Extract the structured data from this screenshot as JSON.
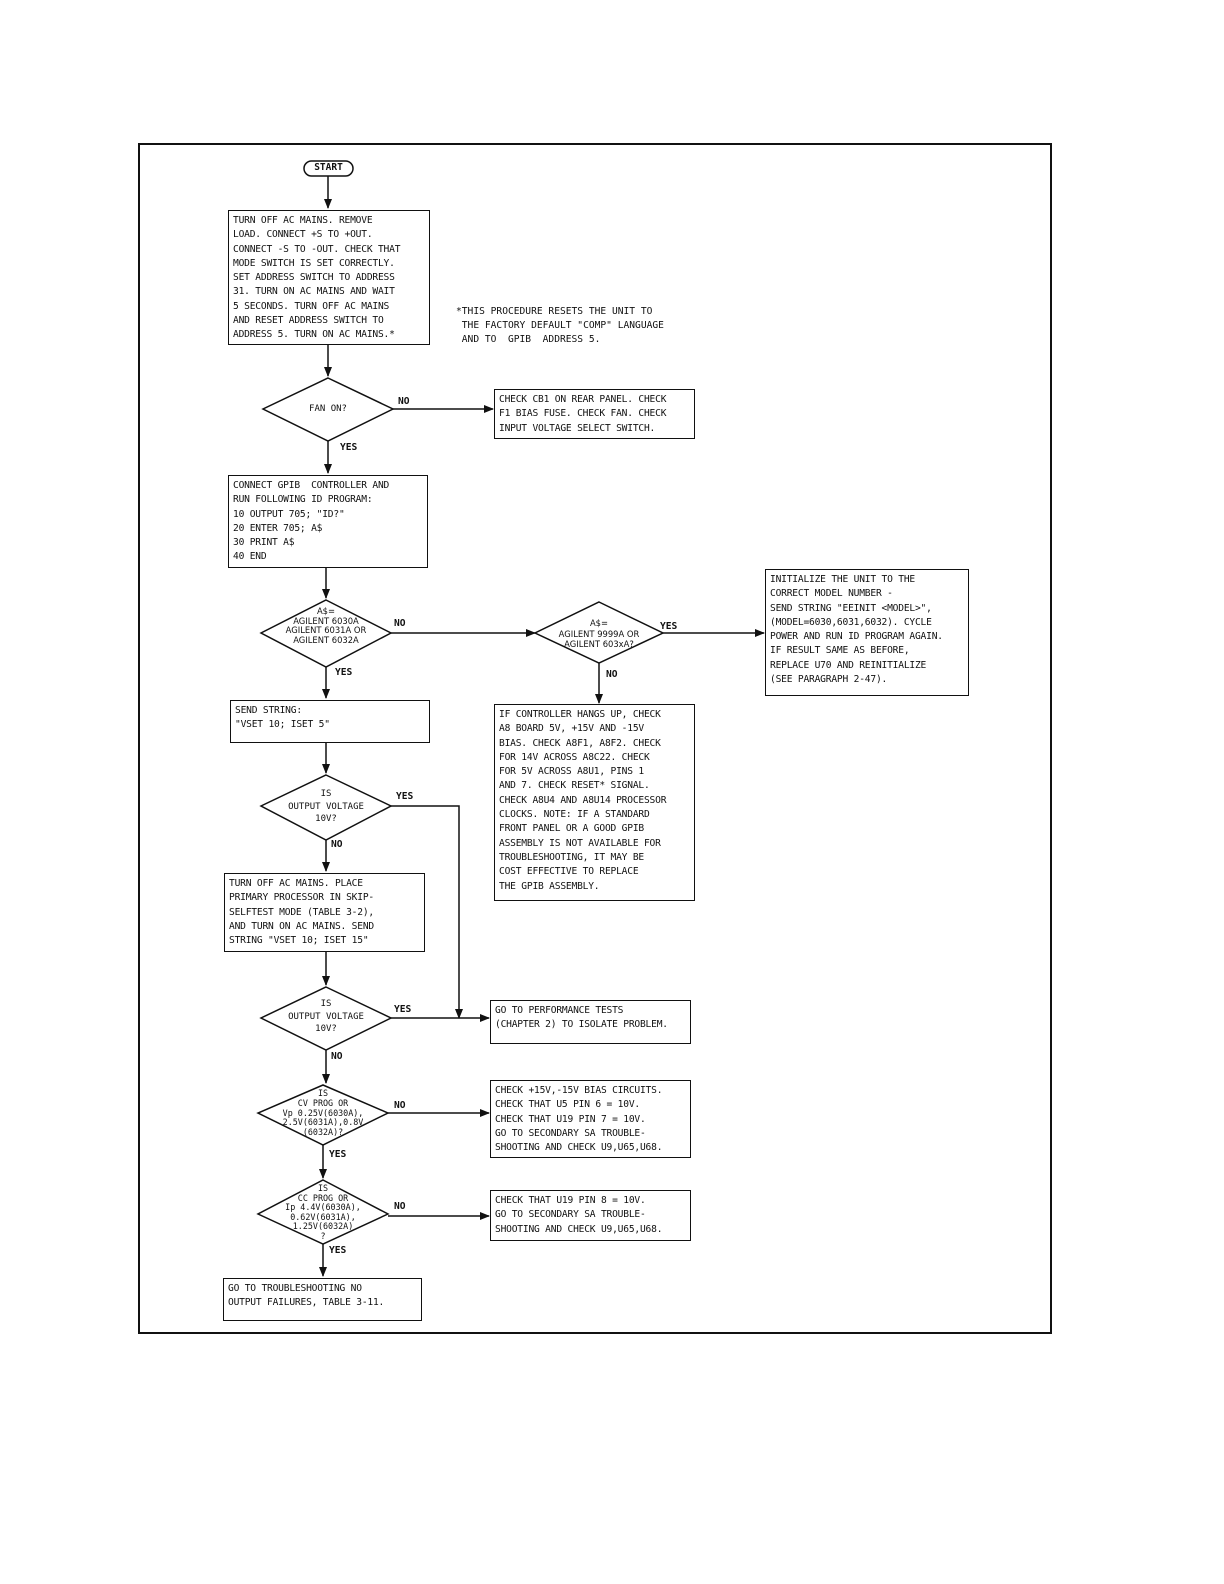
{
  "start": "START",
  "box_reset": "TURN OFF AC MAINS. REMOVE\nLOAD. CONNECT +S TO +OUT.\nCONNECT -S TO -OUT. CHECK THAT\nMODE SWITCH IS SET CORRECTLY.\nSET ADDRESS SWITCH TO ADDRESS\n31. TURN ON AC MAINS AND WAIT\n5 SECONDS. TURN OFF AC MAINS\nAND RESET ADDRESS SWITCH TO\nADDRESS 5. TURN ON AC MAINS.*",
  "footnote": "*THIS PROCEDURE RESETS THE UNIT TO\n THE FACTORY DEFAULT \"COMP\" LANGUAGE\n AND TO  GPIB  ADDRESS 5.",
  "d_fan": "FAN ON?",
  "box_fan_no": "CHECK CB1 ON REAR PANEL. CHECK\nF1 BIAS FUSE. CHECK FAN. CHECK\nINPUT VOLTAGE SELECT SWITCH.",
  "box_gpib": "CONNECT GPIB  CONTROLLER AND\nRUN FOLLOWING ID PROGRAM:\n10 OUTPUT 705; \"ID?\"\n20 ENTER 705; A$\n30 PRINT A$\n40 END",
  "d_model": "A$=\nAGILENT 6030A\nAGILENT 6031A OR\nAGILENT 6032A",
  "d_model2": "A$=\nAGILENT 9999A OR\nAGILENT 603xA?",
  "box_init": "INITIALIZE THE UNIT TO THE\nCORRECT MODEL NUMBER -\nSEND STRING \"EEINIT <MODEL>\",\n(MODEL=6030,6031,6032). CYCLE\nPOWER AND RUN ID PROGRAM AGAIN.\nIF RESULT SAME AS BEFORE,\nREPLACE U70 AND REINITIALIZE\n(SEE PARAGRAPH 2-47).",
  "box_controller": "IF CONTROLLER HANGS UP, CHECK\nA8 BOARD 5V, +15V AND -15V\nBIAS. CHECK A8F1, A8F2. CHECK\nFOR 14V ACROSS A8C22. CHECK\nFOR 5V ACROSS A8U1, PINS 1\nAND 7. CHECK RESET* SIGNAL.\nCHECK A8U4 AND A8U14 PROCESSOR\nCLOCKS. NOTE: IF A STANDARD\nFRONT PANEL OR A GOOD GPIB\nASSEMBLY IS NOT AVAILABLE FOR\nTROUBLESHOOTING, IT MAY BE\nCOST EFFECTIVE TO REPLACE\nTHE GPIB ASSEMBLY.",
  "box_send": "SEND STRING:\n\"VSET 10; ISET 5\"",
  "d_v1": "IS\nOUTPUT VOLTAGE\n10V?",
  "box_skip": "TURN OFF AC MAINS. PLACE\nPRIMARY PROCESSOR IN SKIP-\nSELFTEST MODE (TABLE 3-2),\nAND TURN ON AC MAINS. SEND\nSTRING \"VSET 10; ISET 15\"",
  "d_v2": "IS\nOUTPUT VOLTAGE\n10V?",
  "box_perf": "GO TO PERFORMANCE TESTS\n(CHAPTER 2) TO ISOLATE PROBLEM.",
  "d_cv": "IS\nCV PROG OR\nVp 0.25V(6030A),\n2.5V(6031A),0.8V\n(6032A)?",
  "box_cv_no": "CHECK +15V,-15V BIAS CIRCUITS.\nCHECK THAT U5 PIN 6 = 10V.\nCHECK THAT U19 PIN 7 = 10V.\nGO TO SECONDARY SA TROUBLE-\nSHOOTING AND CHECK U9,U65,U68.",
  "d_cc": "IS\nCC PROG OR\nIp 4.4V(6030A),\n0.62V(6031A),\n1.25V(6032A)\n?",
  "box_cc_no": "CHECK THAT U19 PIN 8 = 10V.\nGO TO SECONDARY SA TROUBLE-\nSHOOTING AND CHECK U9,U65,U68.",
  "box_final": "GO TO TROUBLESHOOTING NO\nOUTPUT FAILURES, TABLE 3-11.",
  "labels": {
    "yes": "YES",
    "no": "NO"
  }
}
